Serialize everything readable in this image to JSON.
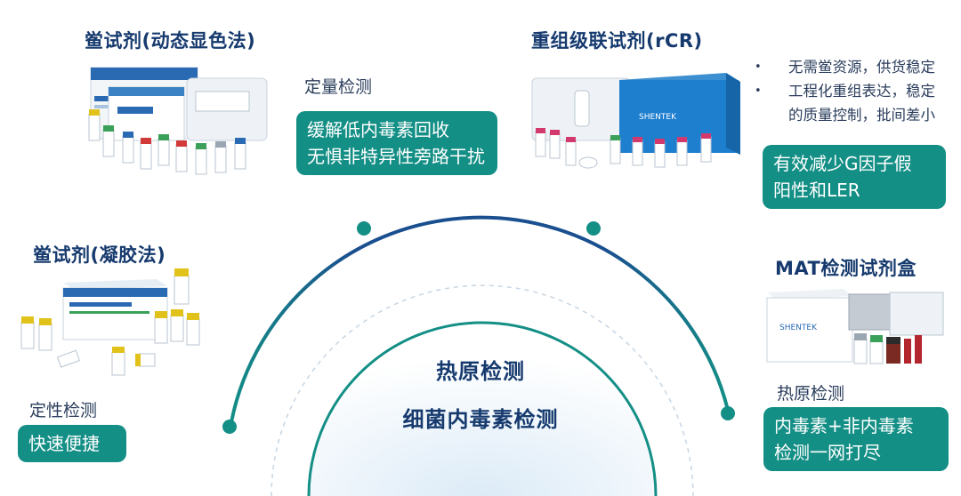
{
  "center": {
    "line1": "热原检测",
    "line2": "细菌内毒素检测"
  },
  "products": {
    "kinetic": {
      "title": "鲎试剂(动态显色法)",
      "label": "定量检测",
      "pill_line1": "缓解低内毒素回收",
      "pill_line2": "无惧非特异性旁路干扰"
    },
    "rcr": {
      "title": "重组级联试剂(rCR)",
      "bullet1": "无需鲎资源，供货稳定",
      "bullet2a": "工程化重组表达，稳定",
      "bullet2b": "的质量控制，批间差小",
      "pill_line1": "有效减少G因子假",
      "pill_line2": "阳性和LER",
      "box_brand": "SHENTEK"
    },
    "gel": {
      "title": "鲎试剂(凝胶法)",
      "label": "定性检测",
      "pill": "快速便捷"
    },
    "mat": {
      "title": "MAT检测试剂盒",
      "label": "热原检测",
      "pill_line1": "内毒素+非内毒素",
      "pill_line2": "检测一网打尽",
      "box_brand": "SHENTEK"
    }
  },
  "colors": {
    "teal": "#148f86",
    "navy": "#163a6e",
    "arc_blue": "#1a4f8f"
  }
}
